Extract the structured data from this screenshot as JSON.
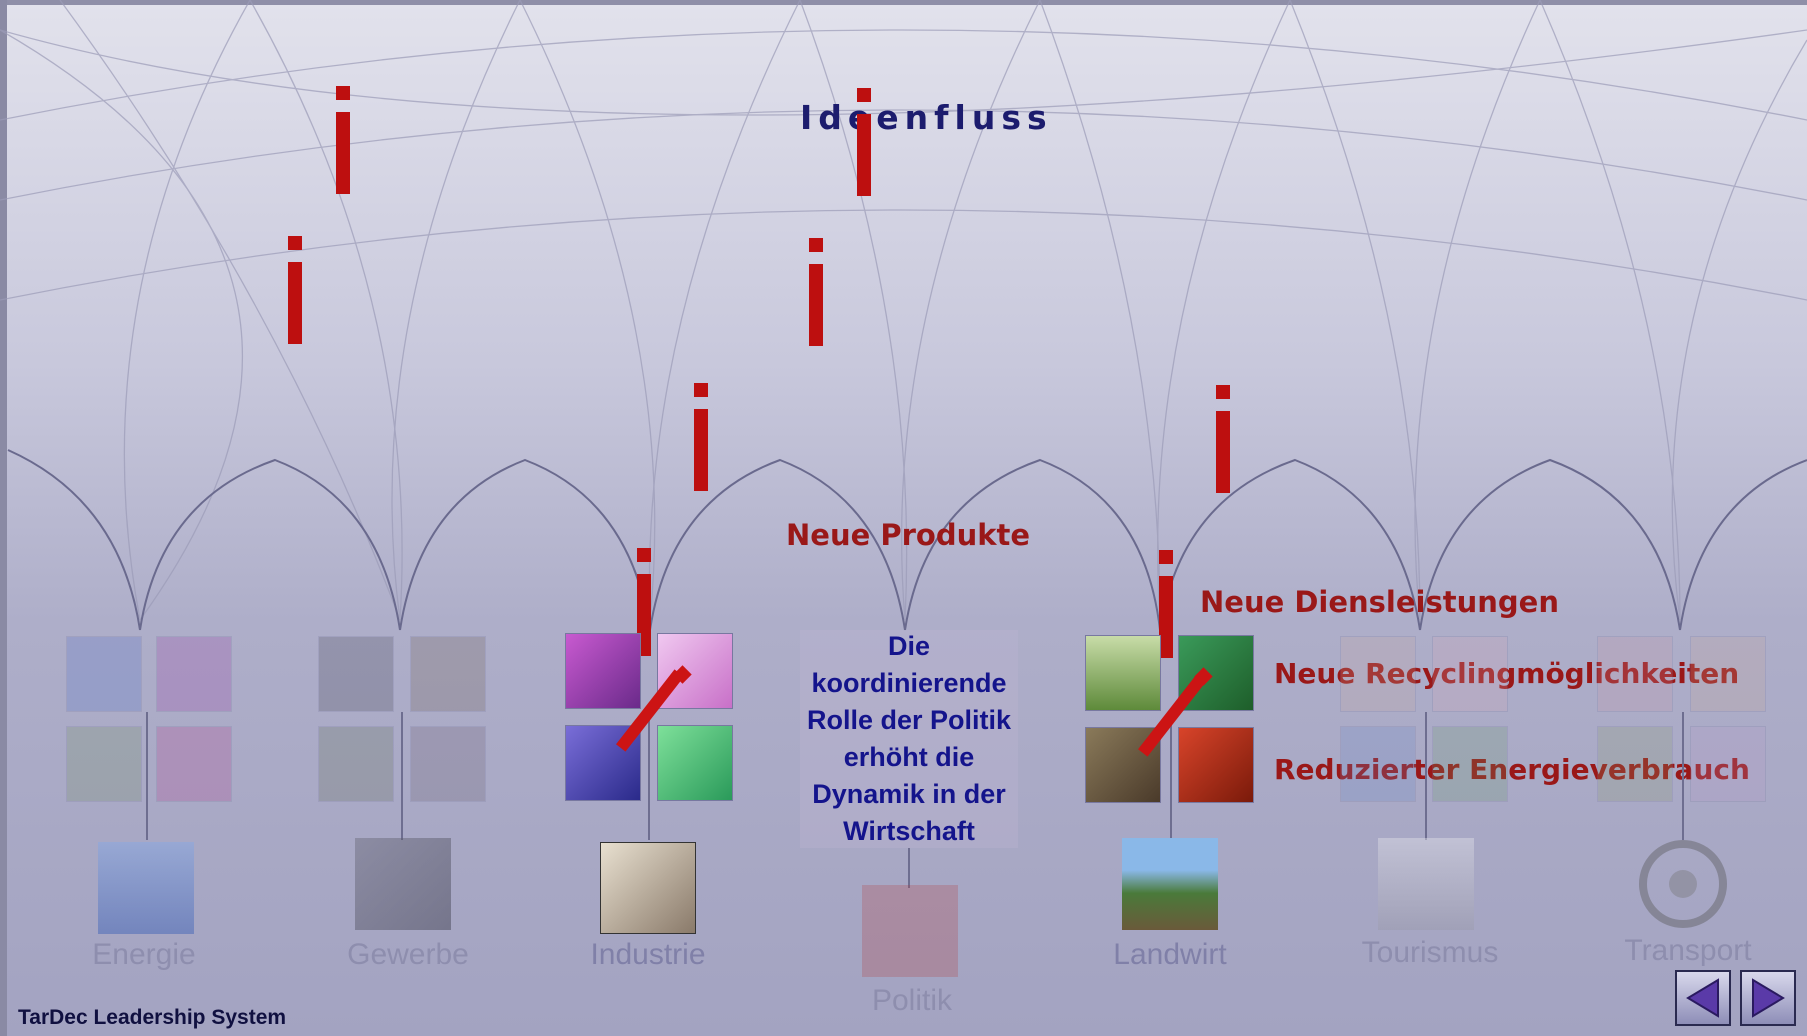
{
  "title": "Ideenfluss",
  "labels": {
    "neue_produkte": "Neue Produkte",
    "neue_dienstleistungen": "Neue Diensleistungen",
    "neue_recycling": "Neue Recyclingmöglichkeiten",
    "reduzierter_energie": "Reduzierter Energieverbrauch"
  },
  "center_text": [
    "Die",
    "koordinierende",
    "Rolle der Politik",
    "erhöht die",
    "Dynamik in der",
    "Wirtschaft"
  ],
  "sectors": [
    {
      "label": "Energie",
      "active": false
    },
    {
      "label": "Gewerbe",
      "active": false
    },
    {
      "label": "Industrie",
      "active": true
    },
    {
      "label": "Politik",
      "active": false
    },
    {
      "label": "Landwirt",
      "active": true
    },
    {
      "label": "Tourismus",
      "active": false
    },
    {
      "label": "Transport",
      "active": false
    }
  ],
  "footer": "TarDec Leadership System",
  "nav": {
    "prev": "previous-arrow",
    "next": "next-arrow"
  },
  "colors": {
    "accent_red": "#bd0f0f",
    "title_blue": "#1c1c6e",
    "label_red": "#9a1818"
  }
}
